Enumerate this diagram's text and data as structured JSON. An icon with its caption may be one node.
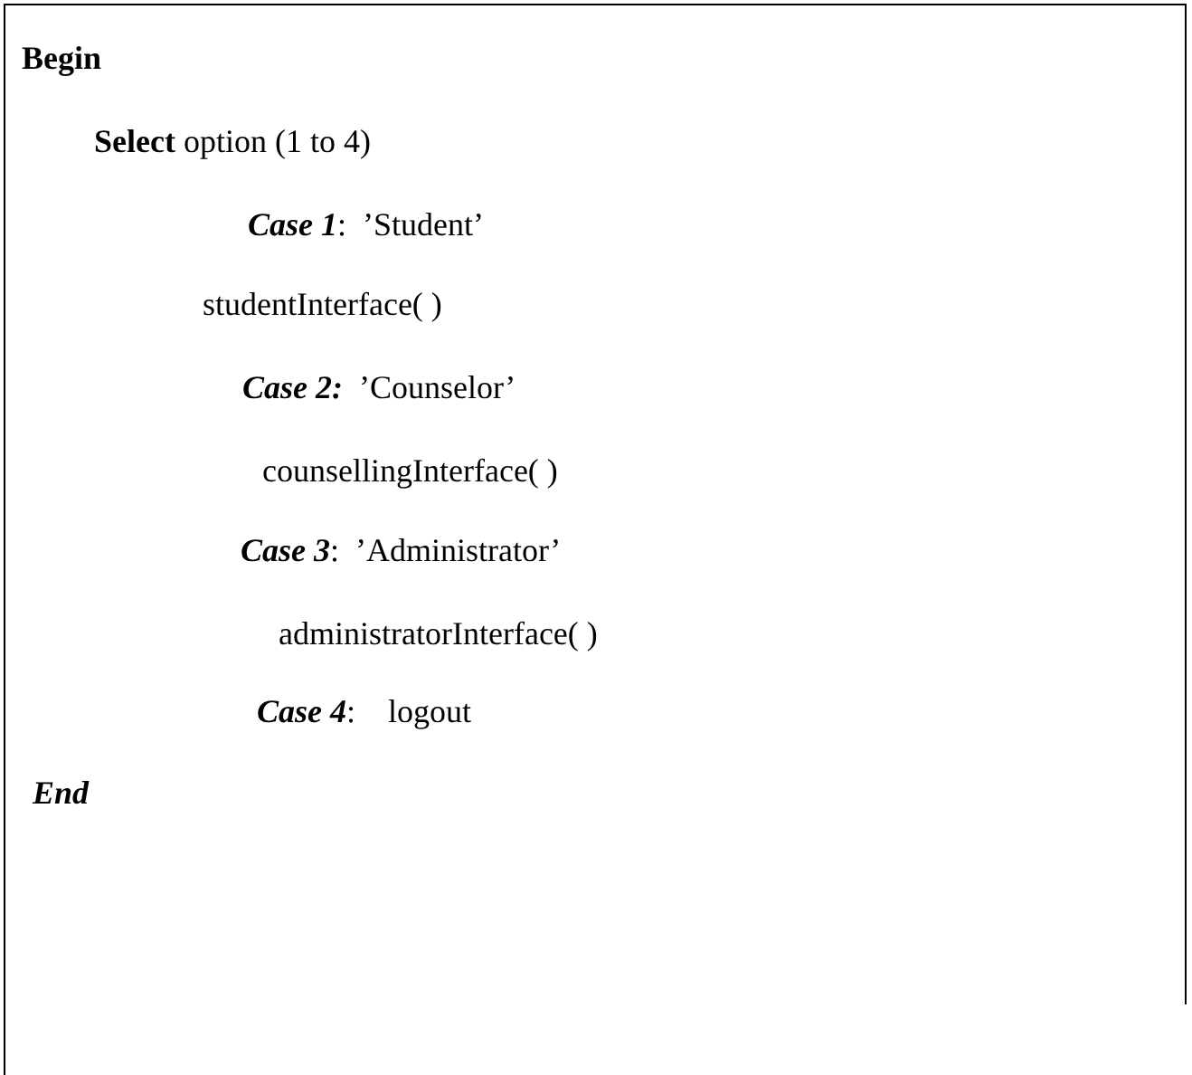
{
  "diagram": {
    "labels": [
      "Begin",
      "**Select** option (1 to 4)",
      "**Case 1**:  ’Student’",
      "studentInterface( )",
      "**Case 2:**  ’Counselor’",
      "counsellingInterface( )",
      "**Case 3**:  ’Administrator’",
      "administratorInterface( )",
      "**Case 4**:    logout",
      "End"
    ]
  }
}
